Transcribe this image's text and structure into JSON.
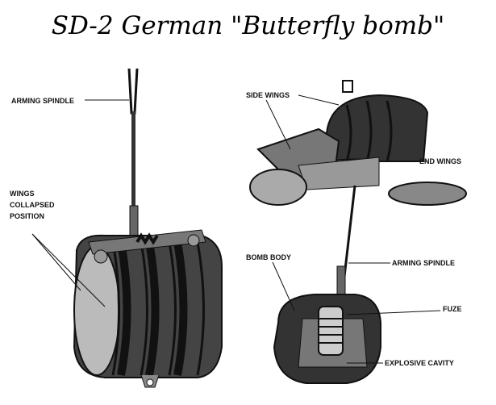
{
  "title": "SD-2 German \"Butterfly bomb\"",
  "left_figure": {
    "labels": {
      "arming_spindle": "ARMING SPINDLE",
      "wings_line1": "WINGS",
      "wings_line2": "COLLAPSED",
      "wings_line3": "POSITION"
    }
  },
  "right_figure": {
    "labels": {
      "side_wings": "SIDE WINGS",
      "end_wings": "END WINGS",
      "bomb_body": "BOMB BODY",
      "arming_spindle": "ARMING SPINDLE",
      "fuze": "FUZE",
      "explosive_cavity": "EXPLOSIVE CAVITY"
    }
  }
}
